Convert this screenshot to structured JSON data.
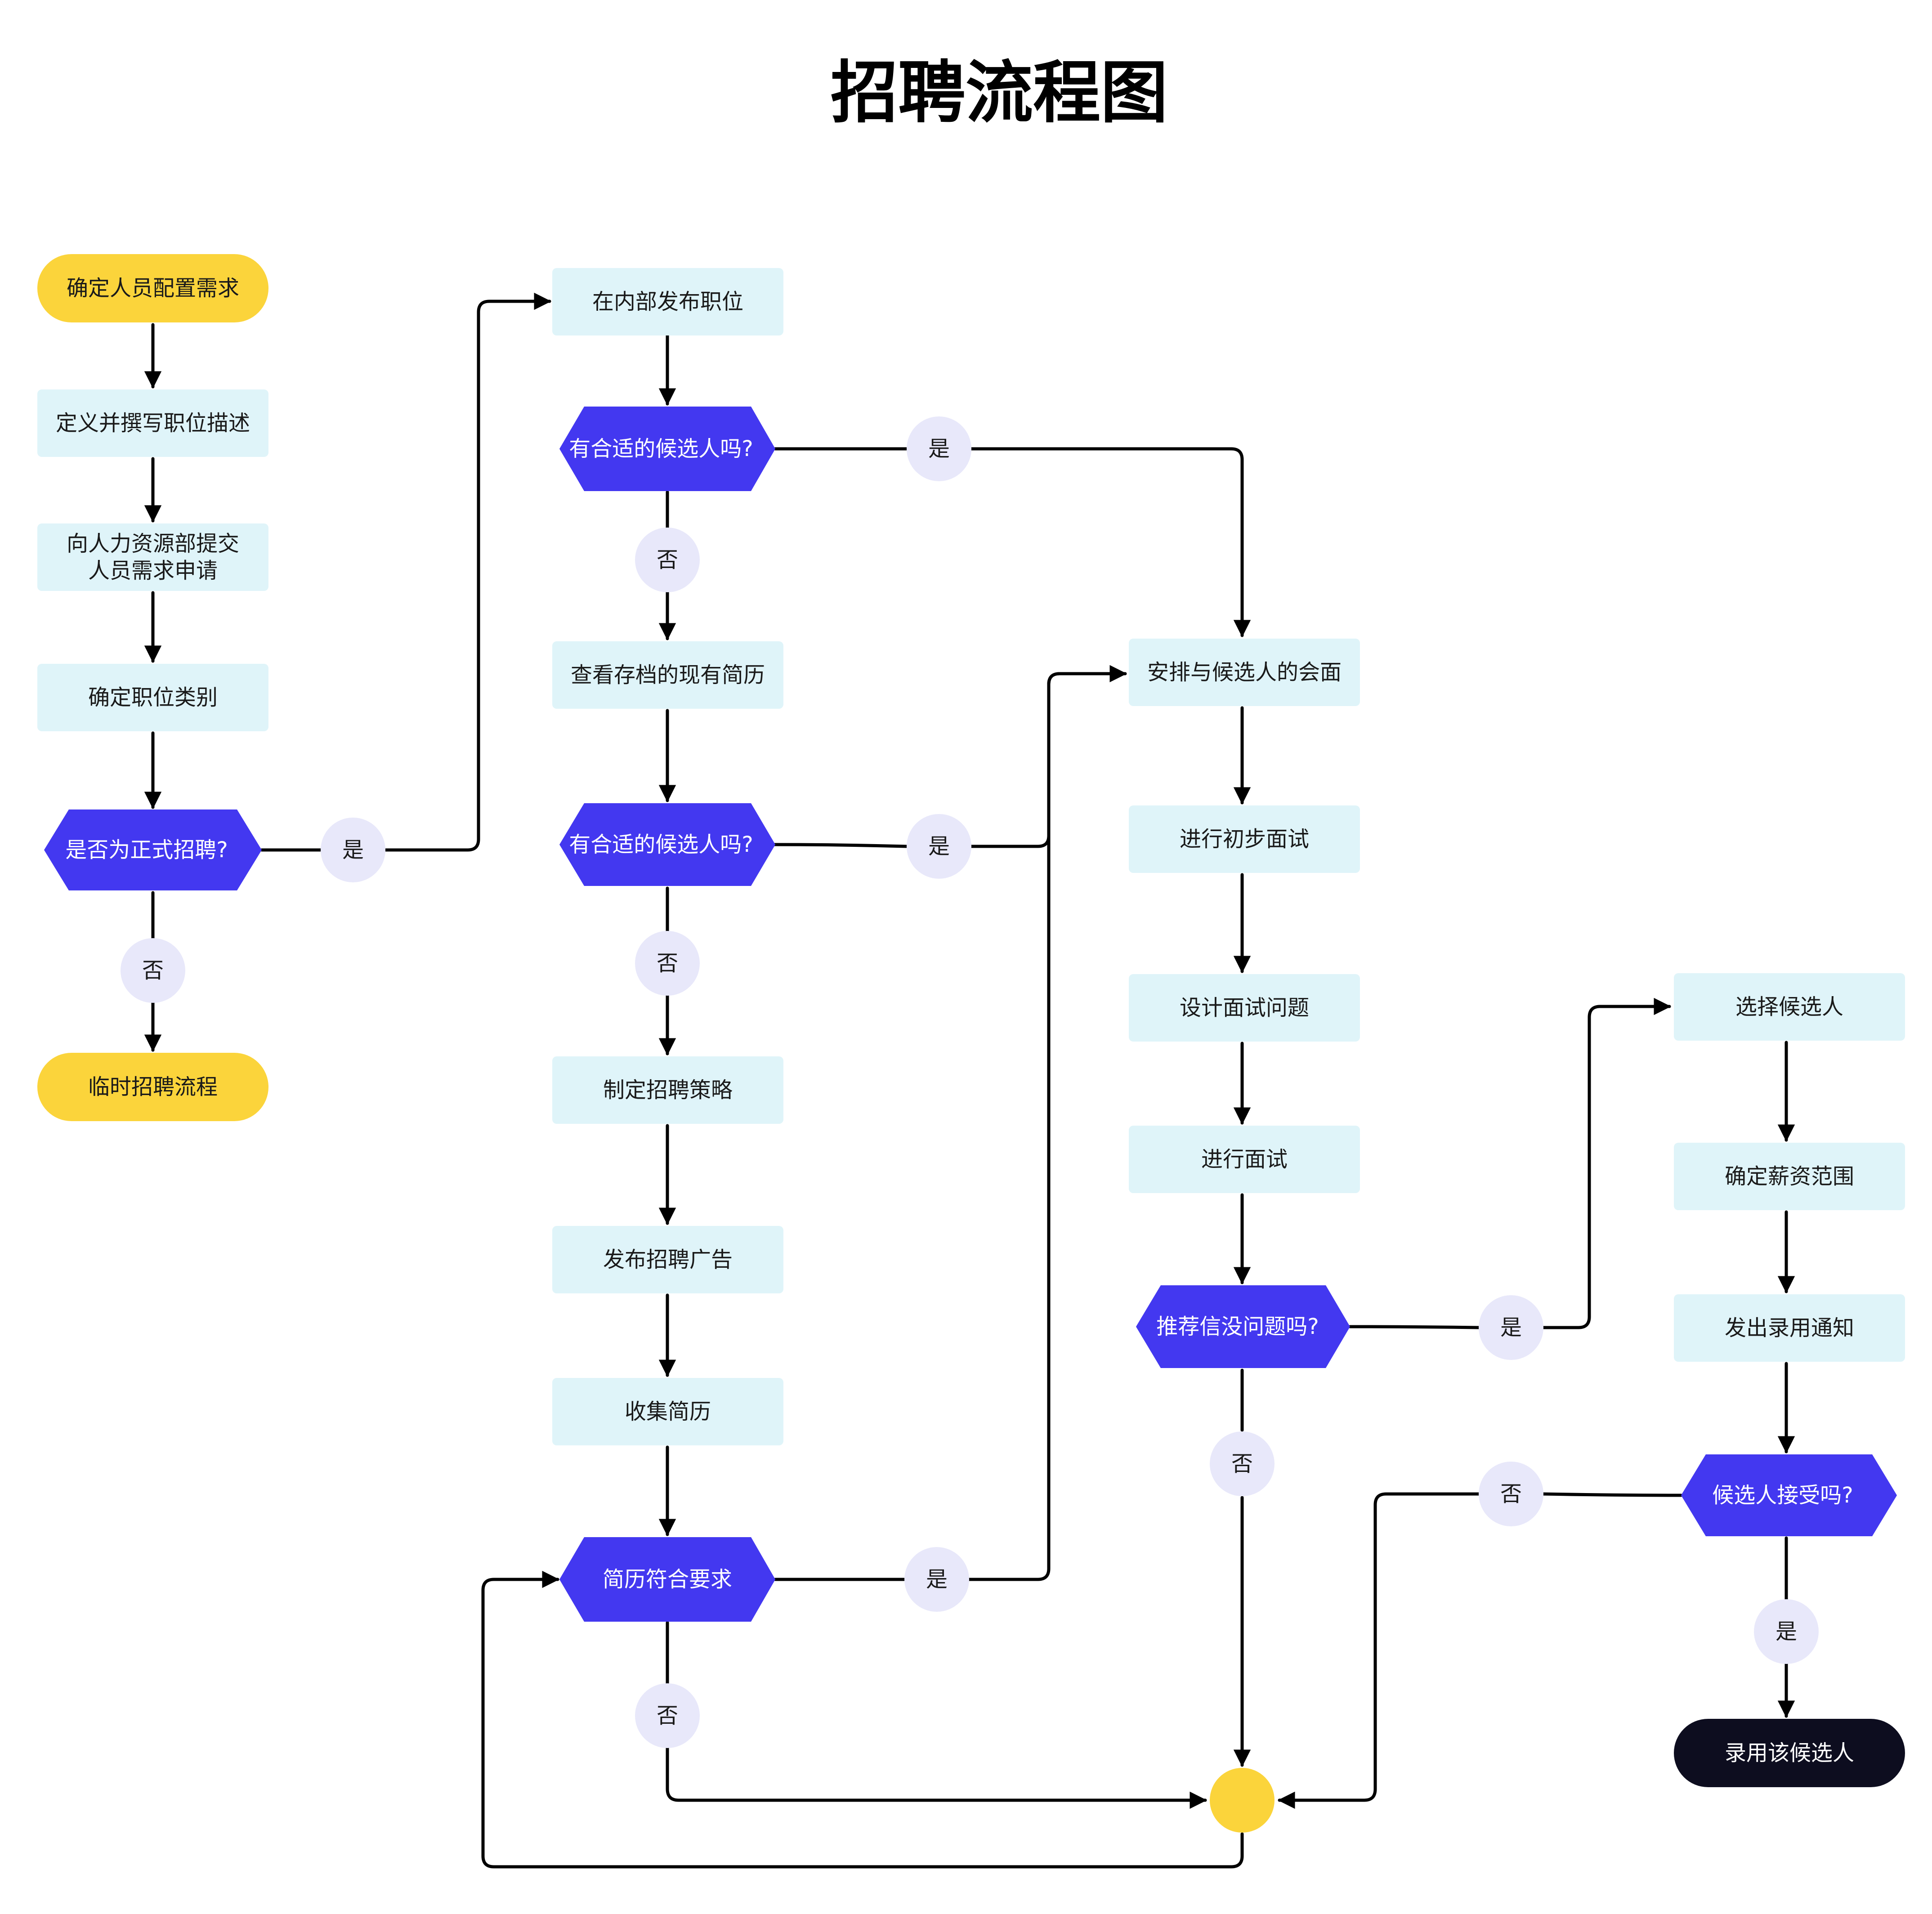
{
  "title": "招聘流程图",
  "colors": {
    "process_fill": "#dff4f9",
    "decision_fill": "#4338f0",
    "terminal_fill": "#fbd43b",
    "final_fill": "#0d0d1f",
    "label_circle_fill": "#e8e8fa",
    "connector_fill": "#fbd43b",
    "edge": "#000000"
  },
  "nodes": {
    "n1": "确定人员配置需求",
    "n2": "定义并撰写职位描述",
    "n3_line1": "向人力资源部提交",
    "n3_line2": "人员需求申请",
    "n4": "确定职位类别",
    "d1": "是否为正式招聘?",
    "n5": "临时招聘流程",
    "m1": "在内部发布职位",
    "d2": "有合适的候选人吗?",
    "m2": "查看存档的现有简历",
    "d3": "有合适的候选人吗?",
    "m3": "制定招聘策略",
    "m4": "发布招聘广告",
    "m5": "收集简历",
    "d4": "简历符合要求",
    "r1": "安排与候选人的会面",
    "r2": "进行初步面试",
    "r3": "设计面试问题",
    "r4": "进行面试",
    "d5": "推荐信没问题吗?",
    "s1": "选择候选人",
    "s2": "确定薪资范围",
    "s3": "发出录用通知",
    "d6": "候选人接受吗?",
    "final": "录用该候选人"
  },
  "labels": {
    "yes": "是",
    "no": "否"
  }
}
